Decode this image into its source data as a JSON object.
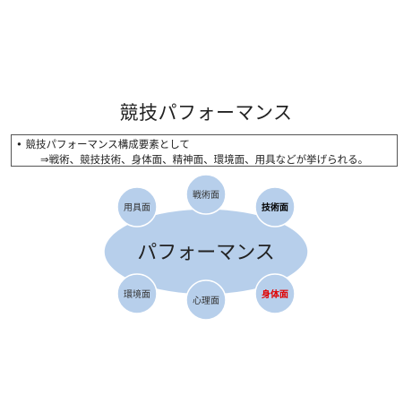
{
  "slide": {
    "title": "競技パフォーマンス",
    "bullet": "• 競技パフォーマンス構成要素として",
    "detail": "⇒戦術、競技技術、身体面、精神面、環境面、用具などが挙げられる。"
  },
  "diagram": {
    "center_label": "パフォーマンス",
    "fill_color": "#b7cfeb",
    "stroke_color": "#ffffff",
    "nodes": [
      {
        "label": "用具面",
        "bold": false,
        "color": "#333333"
      },
      {
        "label": "戦術面",
        "bold": false,
        "color": "#333333"
      },
      {
        "label": "技術面",
        "bold": true,
        "color": "#000000"
      },
      {
        "label": "環境面",
        "bold": false,
        "color": "#333333"
      },
      {
        "label": "心理面",
        "bold": false,
        "color": "#333333"
      },
      {
        "label": "身体面",
        "bold": true,
        "color": "#e00000"
      }
    ]
  }
}
